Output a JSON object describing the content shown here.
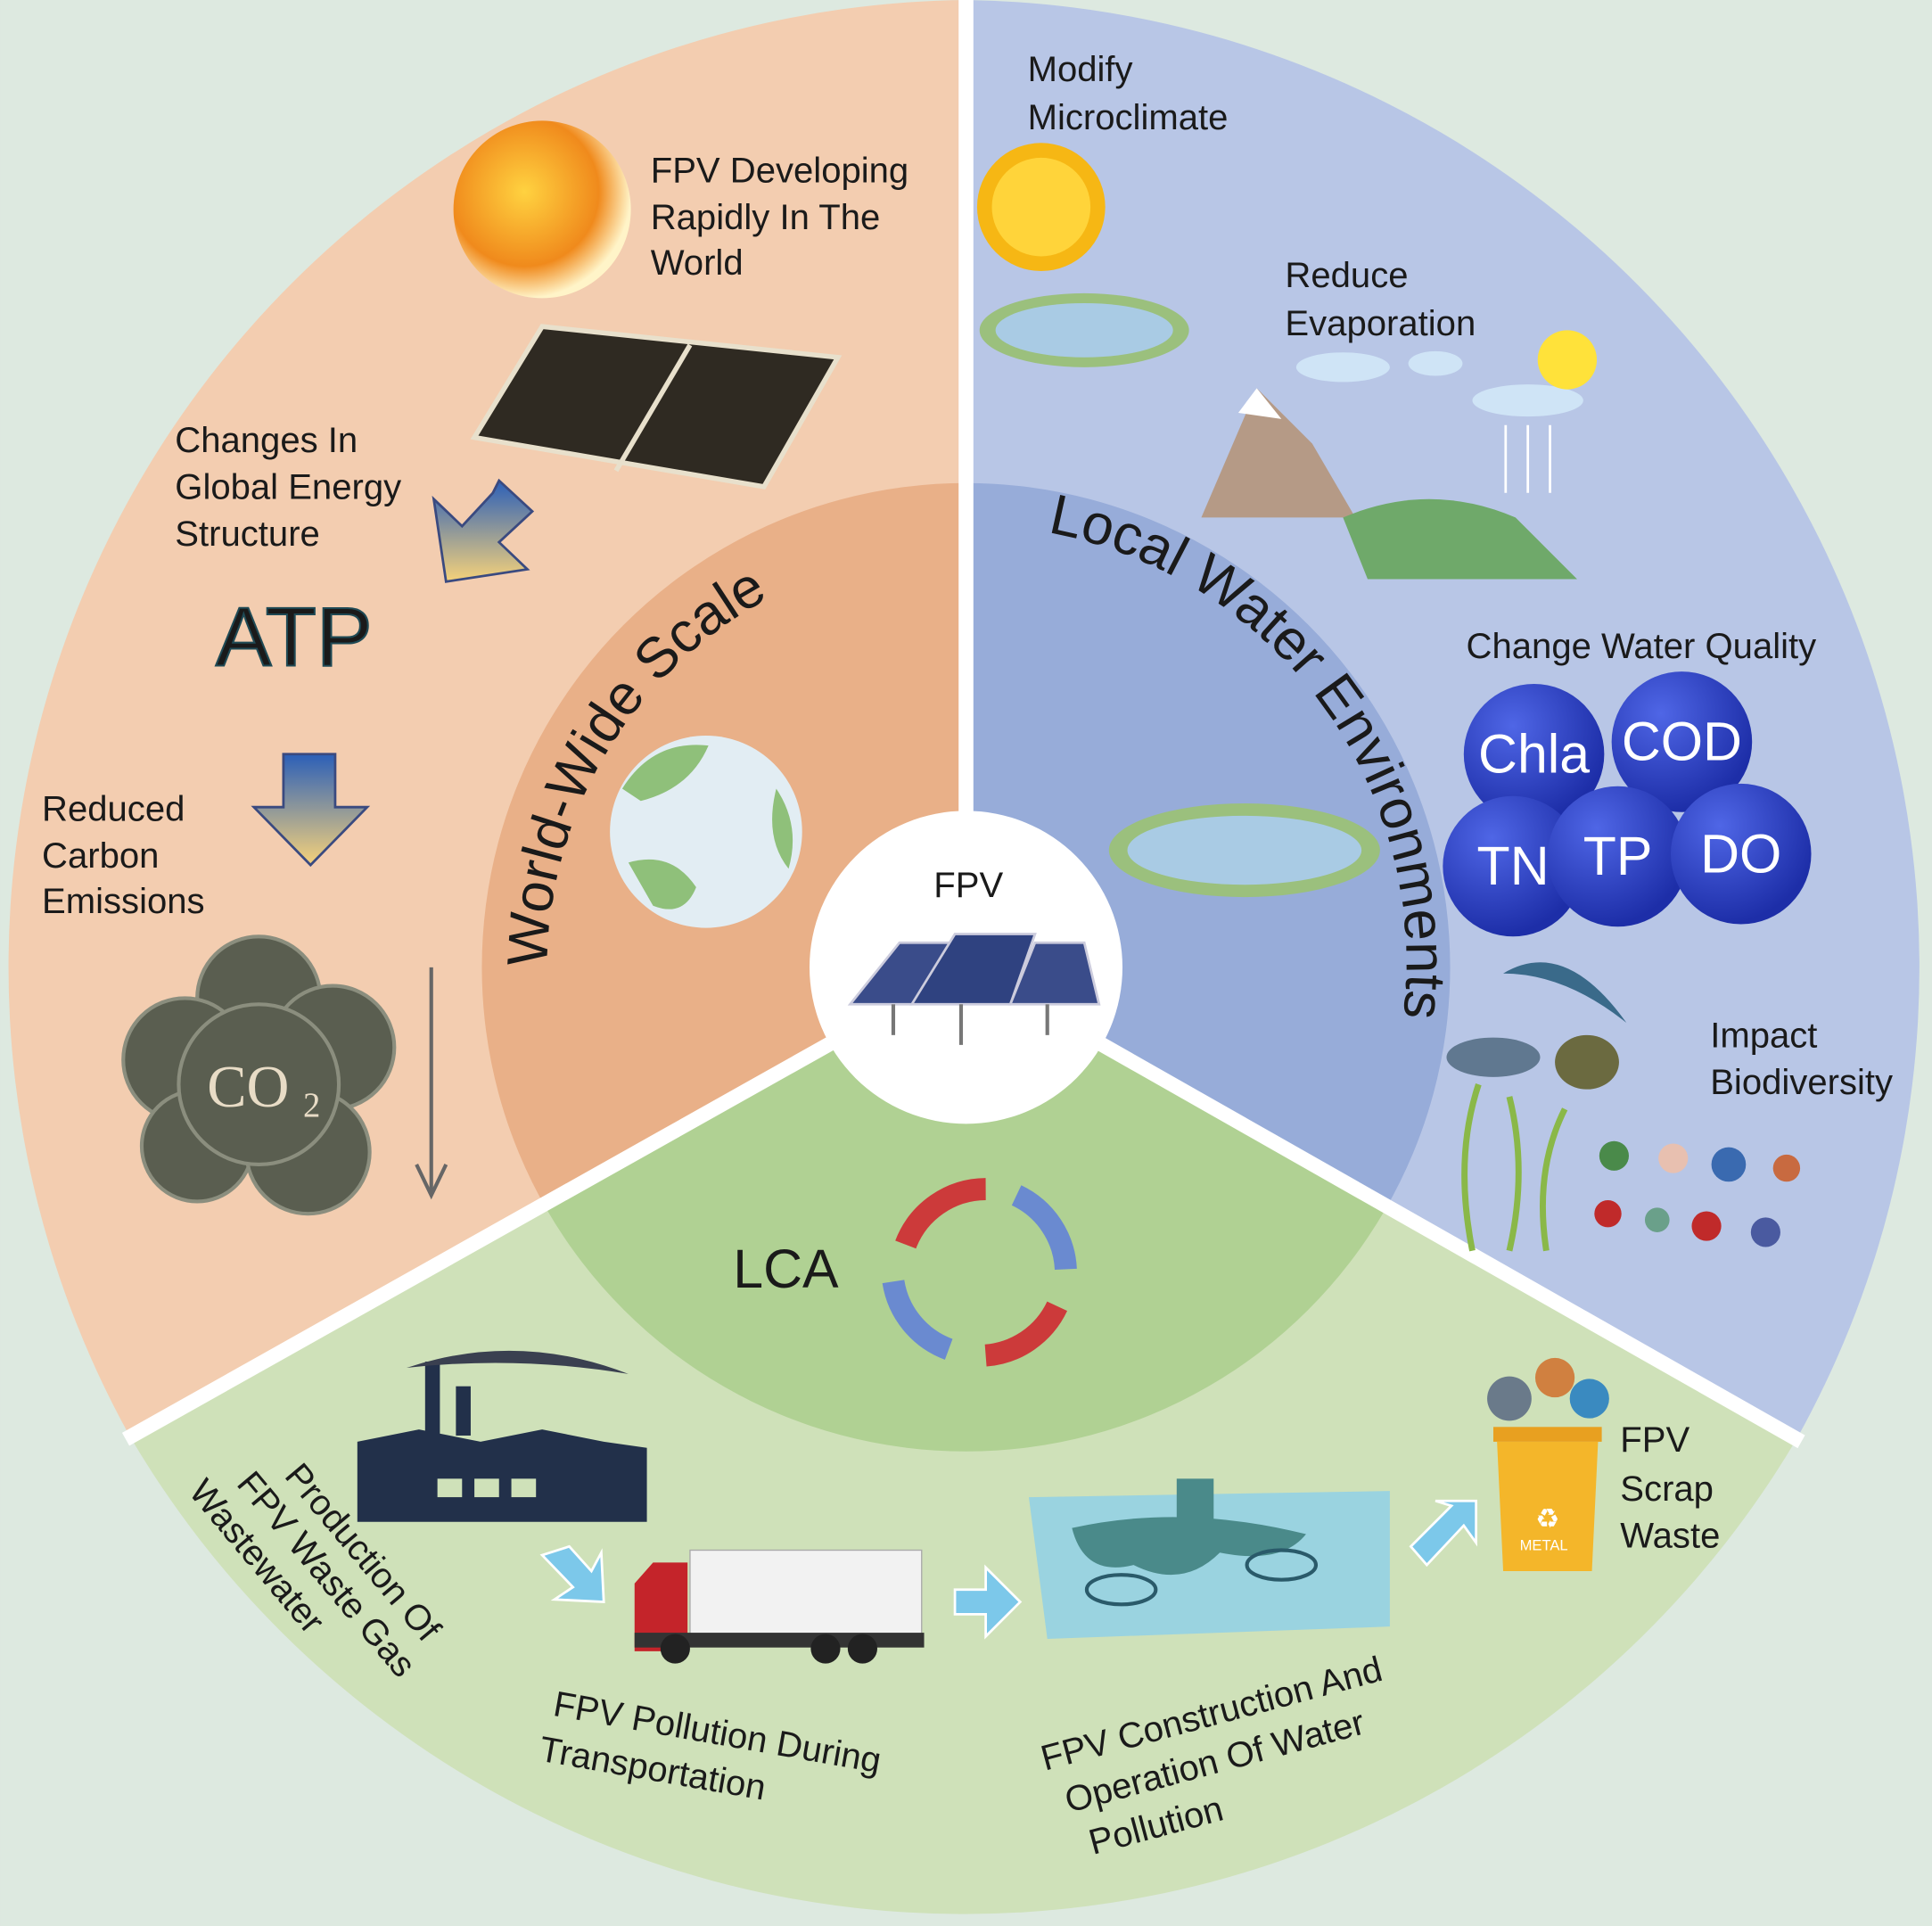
{
  "center": {
    "label": "FPV"
  },
  "world_sector": {
    "title": "World-Wide Scale",
    "developing": [
      "FPV Developing",
      "Rapidly In The",
      "World"
    ],
    "energy": [
      "Changes In",
      "Global Energy",
      "Structure"
    ],
    "atp": "ATP",
    "carbon": [
      "Reduced",
      "Carbon",
      "Emissions"
    ],
    "co2": "CO",
    "co2_sub": "2"
  },
  "water_sector": {
    "title": "Local Water Environments",
    "microclimate": [
      "Modify",
      "Microclimate"
    ],
    "evaporation": [
      "Reduce",
      "Evaporation"
    ],
    "quality_title": "Change Water Quality",
    "quality_items": [
      "Chla",
      "COD",
      "TN",
      "TP",
      "DO"
    ],
    "biodiversity": [
      "Impact",
      "Biodiversity"
    ]
  },
  "lca_sector": {
    "title": "LCA",
    "production": [
      "Production Of",
      "FPV Waste Gas",
      "Wastewater"
    ],
    "transport": [
      "FPV Pollution During",
      "Transportation"
    ],
    "construction": [
      "FPV Construction And",
      "Operation Of Water",
      "Pollution"
    ],
    "scrap": [
      "FPV",
      "Scrap",
      "Waste"
    ],
    "bin_label": "METAL"
  },
  "colors": {
    "background": "#dde9e0",
    "world_outer": "#f3cdb0",
    "world_inner": "#e9b088",
    "water_outer": "#b8c6e6",
    "water_inner": "#97acd9",
    "lca_outer": "#cfe1b9",
    "lca_inner": "#b0d193",
    "bubble": "#2a3fc4"
  }
}
